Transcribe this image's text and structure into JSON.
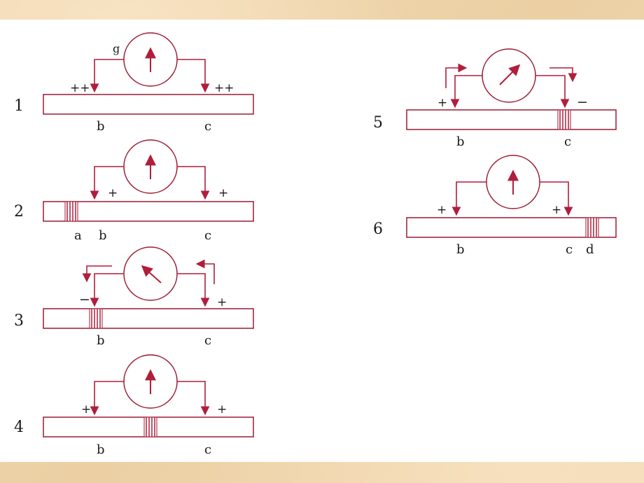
{
  "palette": {
    "wire": "#b01e3b",
    "outline": "#9c1a33",
    "text": "#1a1a1a",
    "background": "#efd6ae",
    "panel": "#ffffff"
  },
  "icons": {
    "meter": "galvanometer-icon",
    "flow_arrow": "current-arrow-icon",
    "excited_region": "excitation-stripes-icon"
  },
  "panels": [
    {
      "id": "1",
      "number": "1",
      "meter_label": "g",
      "polarity_left": "++",
      "polarity_right": "++",
      "electrode_labels": [
        "b",
        "c"
      ],
      "needle_direction": "up",
      "excited_region_at": "none"
    },
    {
      "id": "2",
      "number": "2",
      "meter_label": "",
      "polarity_left": "+",
      "polarity_right": "+",
      "electrode_labels": [
        "a",
        "b",
        "c"
      ],
      "needle_direction": "up",
      "excited_region_at": "a"
    },
    {
      "id": "3",
      "number": "3",
      "meter_label": "",
      "polarity_left": "−",
      "polarity_right": "+",
      "electrode_labels": [
        "b",
        "c"
      ],
      "needle_direction": "left",
      "excited_region_at": "b"
    },
    {
      "id": "4",
      "number": "4",
      "meter_label": "",
      "polarity_left": "+",
      "polarity_right": "+",
      "electrode_labels": [
        "b",
        "c"
      ],
      "needle_direction": "up",
      "excited_region_at": "between b and c"
    },
    {
      "id": "5",
      "number": "5",
      "meter_label": "",
      "polarity_left": "+",
      "polarity_right": "−",
      "electrode_labels": [
        "b",
        "c"
      ],
      "needle_direction": "right",
      "excited_region_at": "c"
    },
    {
      "id": "6",
      "number": "6",
      "meter_label": "",
      "polarity_left": "+",
      "polarity_right": "+",
      "electrode_labels": [
        "b",
        "c",
        "d"
      ],
      "needle_direction": "up",
      "excited_region_at": "d"
    }
  ]
}
